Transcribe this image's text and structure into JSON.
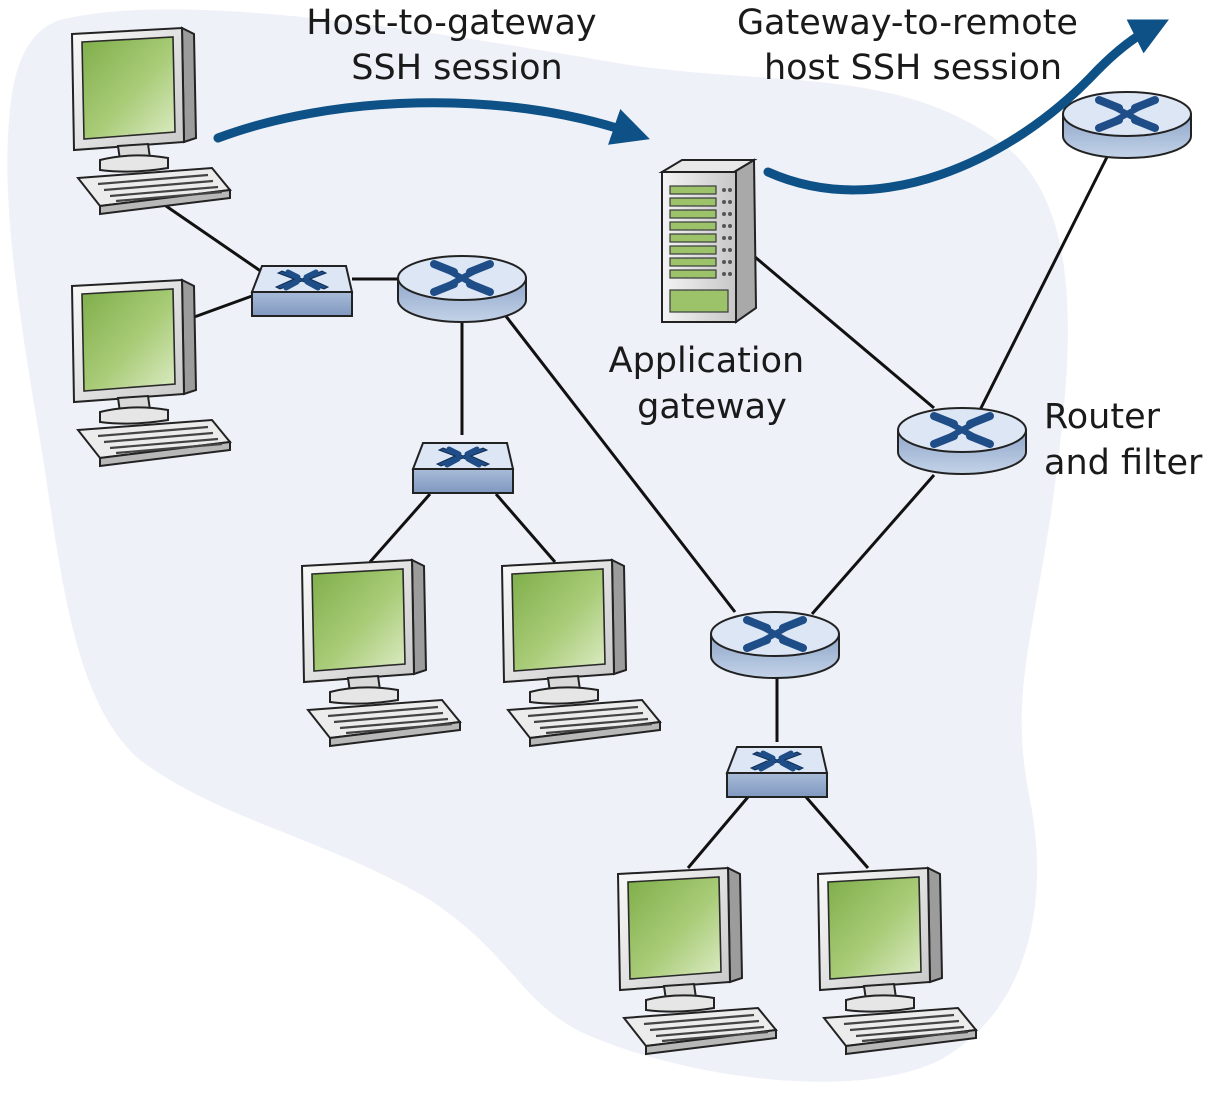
{
  "labels": {
    "host_to_gateway": [
      "Host-to-gateway",
      "SSH session"
    ],
    "gateway_to_remote": [
      "Gateway-to-remote",
      "host SSH session"
    ],
    "application_gateway": [
      "Application",
      "gateway"
    ],
    "router_filter": [
      "Router",
      "and filter"
    ]
  },
  "colors": {
    "region": "#eef1f8",
    "link": "#111111",
    "session_arrow": "#0e5187",
    "device_body": "#b9c9e2",
    "device_mark": "#1e4d87",
    "screen": "#9cc26a"
  },
  "nodes": [
    {
      "id": "host-top-left",
      "kind": "workstation"
    },
    {
      "id": "host-mid-left",
      "kind": "workstation"
    },
    {
      "id": "host-center-a",
      "kind": "workstation"
    },
    {
      "id": "host-center-b",
      "kind": "workstation"
    },
    {
      "id": "host-bottom-a",
      "kind": "workstation"
    },
    {
      "id": "host-bottom-b",
      "kind": "workstation"
    },
    {
      "id": "switch-left",
      "kind": "switch"
    },
    {
      "id": "switch-center",
      "kind": "switch"
    },
    {
      "id": "switch-bottom",
      "kind": "switch"
    },
    {
      "id": "router-left",
      "kind": "router"
    },
    {
      "id": "router-bottom",
      "kind": "router"
    },
    {
      "id": "router-filter",
      "kind": "router"
    },
    {
      "id": "router-remote",
      "kind": "router"
    },
    {
      "id": "application-gateway",
      "kind": "server"
    }
  ],
  "links": [
    [
      "host-top-left",
      "switch-left"
    ],
    [
      "host-mid-left",
      "switch-left"
    ],
    [
      "switch-left",
      "router-left"
    ],
    [
      "router-left",
      "switch-center"
    ],
    [
      "switch-center",
      "host-center-a"
    ],
    [
      "switch-center",
      "host-center-b"
    ],
    [
      "router-left",
      "router-bottom"
    ],
    [
      "router-bottom",
      "switch-bottom"
    ],
    [
      "switch-bottom",
      "host-bottom-a"
    ],
    [
      "switch-bottom",
      "host-bottom-b"
    ],
    [
      "router-bottom",
      "router-filter"
    ],
    [
      "application-gateway",
      "router-filter"
    ],
    [
      "router-filter",
      "router-remote"
    ]
  ],
  "sessions": [
    {
      "from": "host-top-left",
      "to": "application-gateway"
    },
    {
      "from": "application-gateway",
      "to": "remote-host"
    }
  ]
}
